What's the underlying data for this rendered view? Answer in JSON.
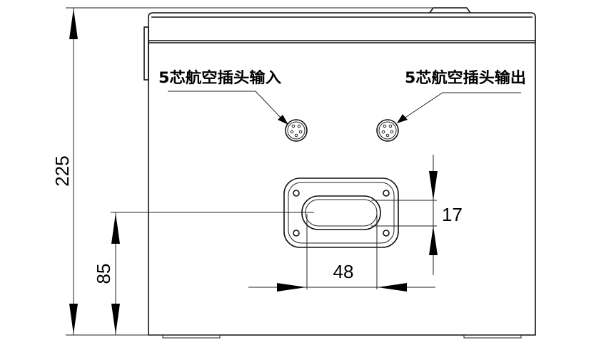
{
  "labels": {
    "input_connector": "5芯航空插头输入",
    "output_connector": "5芯航空插头输出"
  },
  "dimensions": {
    "overall_height": "225",
    "handle_center_height": "85",
    "handle_slot_height": "17",
    "handle_slot_width": "48"
  }
}
